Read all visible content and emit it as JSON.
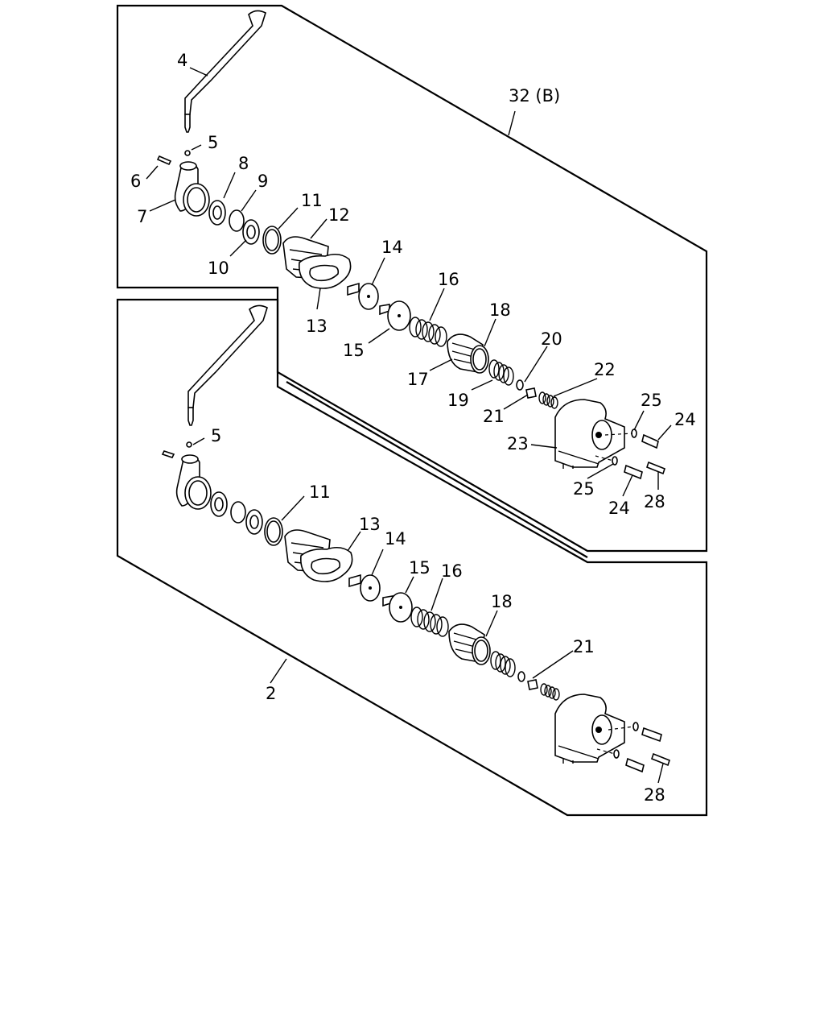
{
  "diagram": {
    "assembly_labels": {
      "upper": "32 (B)",
      "lower": "2"
    },
    "upper_callouts": [
      "4",
      "5",
      "6",
      "8",
      "9",
      "7",
      "11",
      "12",
      "10",
      "14",
      "16",
      "13",
      "18",
      "15",
      "20",
      "17",
      "22",
      "19",
      "21",
      "25",
      "24",
      "23",
      "25",
      "24",
      "28"
    ],
    "lower_callouts": [
      "5",
      "11",
      "13",
      "14",
      "15",
      "16",
      "18",
      "21",
      "28"
    ]
  }
}
